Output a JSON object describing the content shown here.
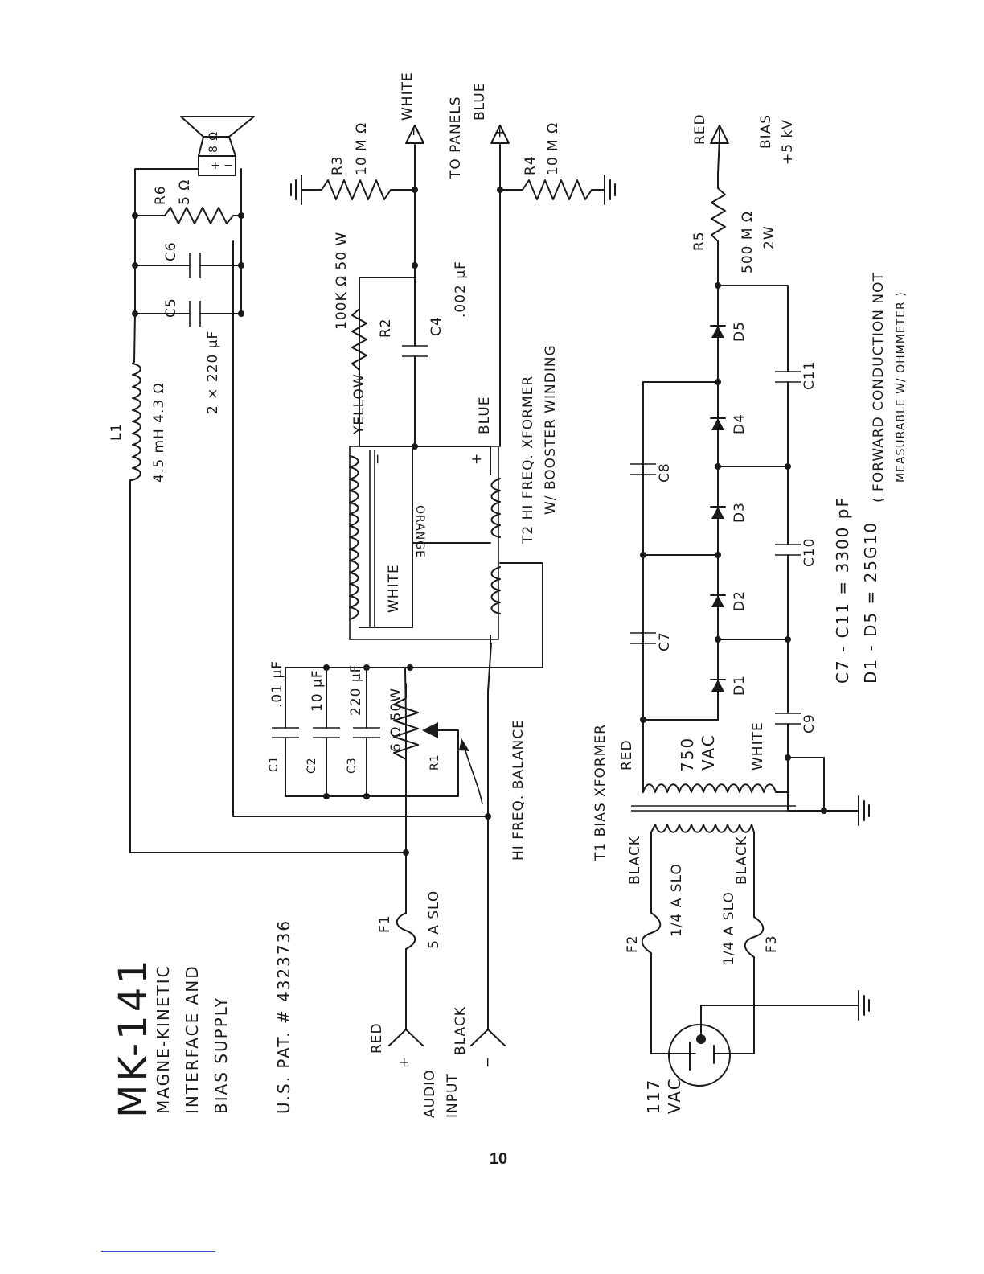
{
  "title": "MK-141",
  "subtitle_lines": [
    "MAGNE-KINETIC",
    "INTERFACE AND",
    "BIAS SUPPLY"
  ],
  "patent": "U.S. PAT. # 4323736",
  "page_number": "10",
  "audio_input": {
    "label_line1": "AUDIO",
    "label_line2": "INPUT",
    "pos_wire": "RED",
    "neg_wire": "BLACK",
    "pos_sign": "+",
    "neg_sign": "−"
  },
  "f1": {
    "name": "F1",
    "value": "5 A SLO"
  },
  "f2": {
    "name": "F2",
    "value": "1/4 A SLO"
  },
  "f3": {
    "name": "F3",
    "value": "1/4 A SLO"
  },
  "mains": {
    "line1": "117",
    "line2": "VAC"
  },
  "c1": {
    "name": "C1",
    "value": ".01 μF"
  },
  "c2": {
    "name": "C2",
    "value": "10 μF"
  },
  "c3": {
    "name": "C3",
    "value": "220 μF"
  },
  "r1": {
    "name": "R1",
    "value": "6 Ω 50W"
  },
  "hf_balance": "HI FREQ. BALANCE",
  "l1": {
    "name": "L1",
    "value": "4.5 mH 4.3 Ω"
  },
  "c5": {
    "name": "C5"
  },
  "c6": {
    "name": "C6"
  },
  "c5c6_value": "2 × 220 μF",
  "r6": {
    "name": "R6",
    "value": "5 Ω"
  },
  "speaker": {
    "value": "8 Ω",
    "plus": "+",
    "minus": "−"
  },
  "r2": {
    "name": "R2",
    "value": "100K Ω 50 W"
  },
  "c4": {
    "name": "C4",
    "value": ".002 μF"
  },
  "r3": {
    "name": "R3",
    "value": "10 M Ω"
  },
  "r4": {
    "name": "R4",
    "value": "10 M Ω"
  },
  "r5": {
    "name": "R5",
    "value": "500 M Ω",
    "power": "2W"
  },
  "to_panels": "TO PANELS",
  "white_term": {
    "wire": "WHITE",
    "sign": "−"
  },
  "blue_term": {
    "wire": "BLUE",
    "sign": "+"
  },
  "t2": {
    "line1": "T2 HI FREQ. XFORMER",
    "line2": "W/ BOOSTER WINDING",
    "yellow": "YELLOW",
    "blue": "BLUE",
    "orange": "ORANGE",
    "white": "WHITE",
    "minus": "−",
    "plus": "+"
  },
  "t1": {
    "name": "T1 BIAS XFORMER",
    "red": "RED",
    "white": "WHITE",
    "voltage_line1": "750",
    "voltage_line2": "VAC",
    "black1": "BLACK",
    "black2": "BLACK"
  },
  "caps": [
    "C7",
    "C8",
    "C9",
    "C10",
    "C11"
  ],
  "diodes": [
    "D1",
    "D2",
    "D3",
    "D4",
    "D5"
  ],
  "bias": {
    "wire": "RED",
    "sign": "−",
    "line1": "BIAS",
    "line2": "+5 kV"
  },
  "notes": [
    "C7 - C11 = 3300 pF",
    "D1 - D5 = 25G10",
    "( FORWARD CONDUCTION NOT",
    "MEASURABLE W/ OHMMETER )"
  ]
}
